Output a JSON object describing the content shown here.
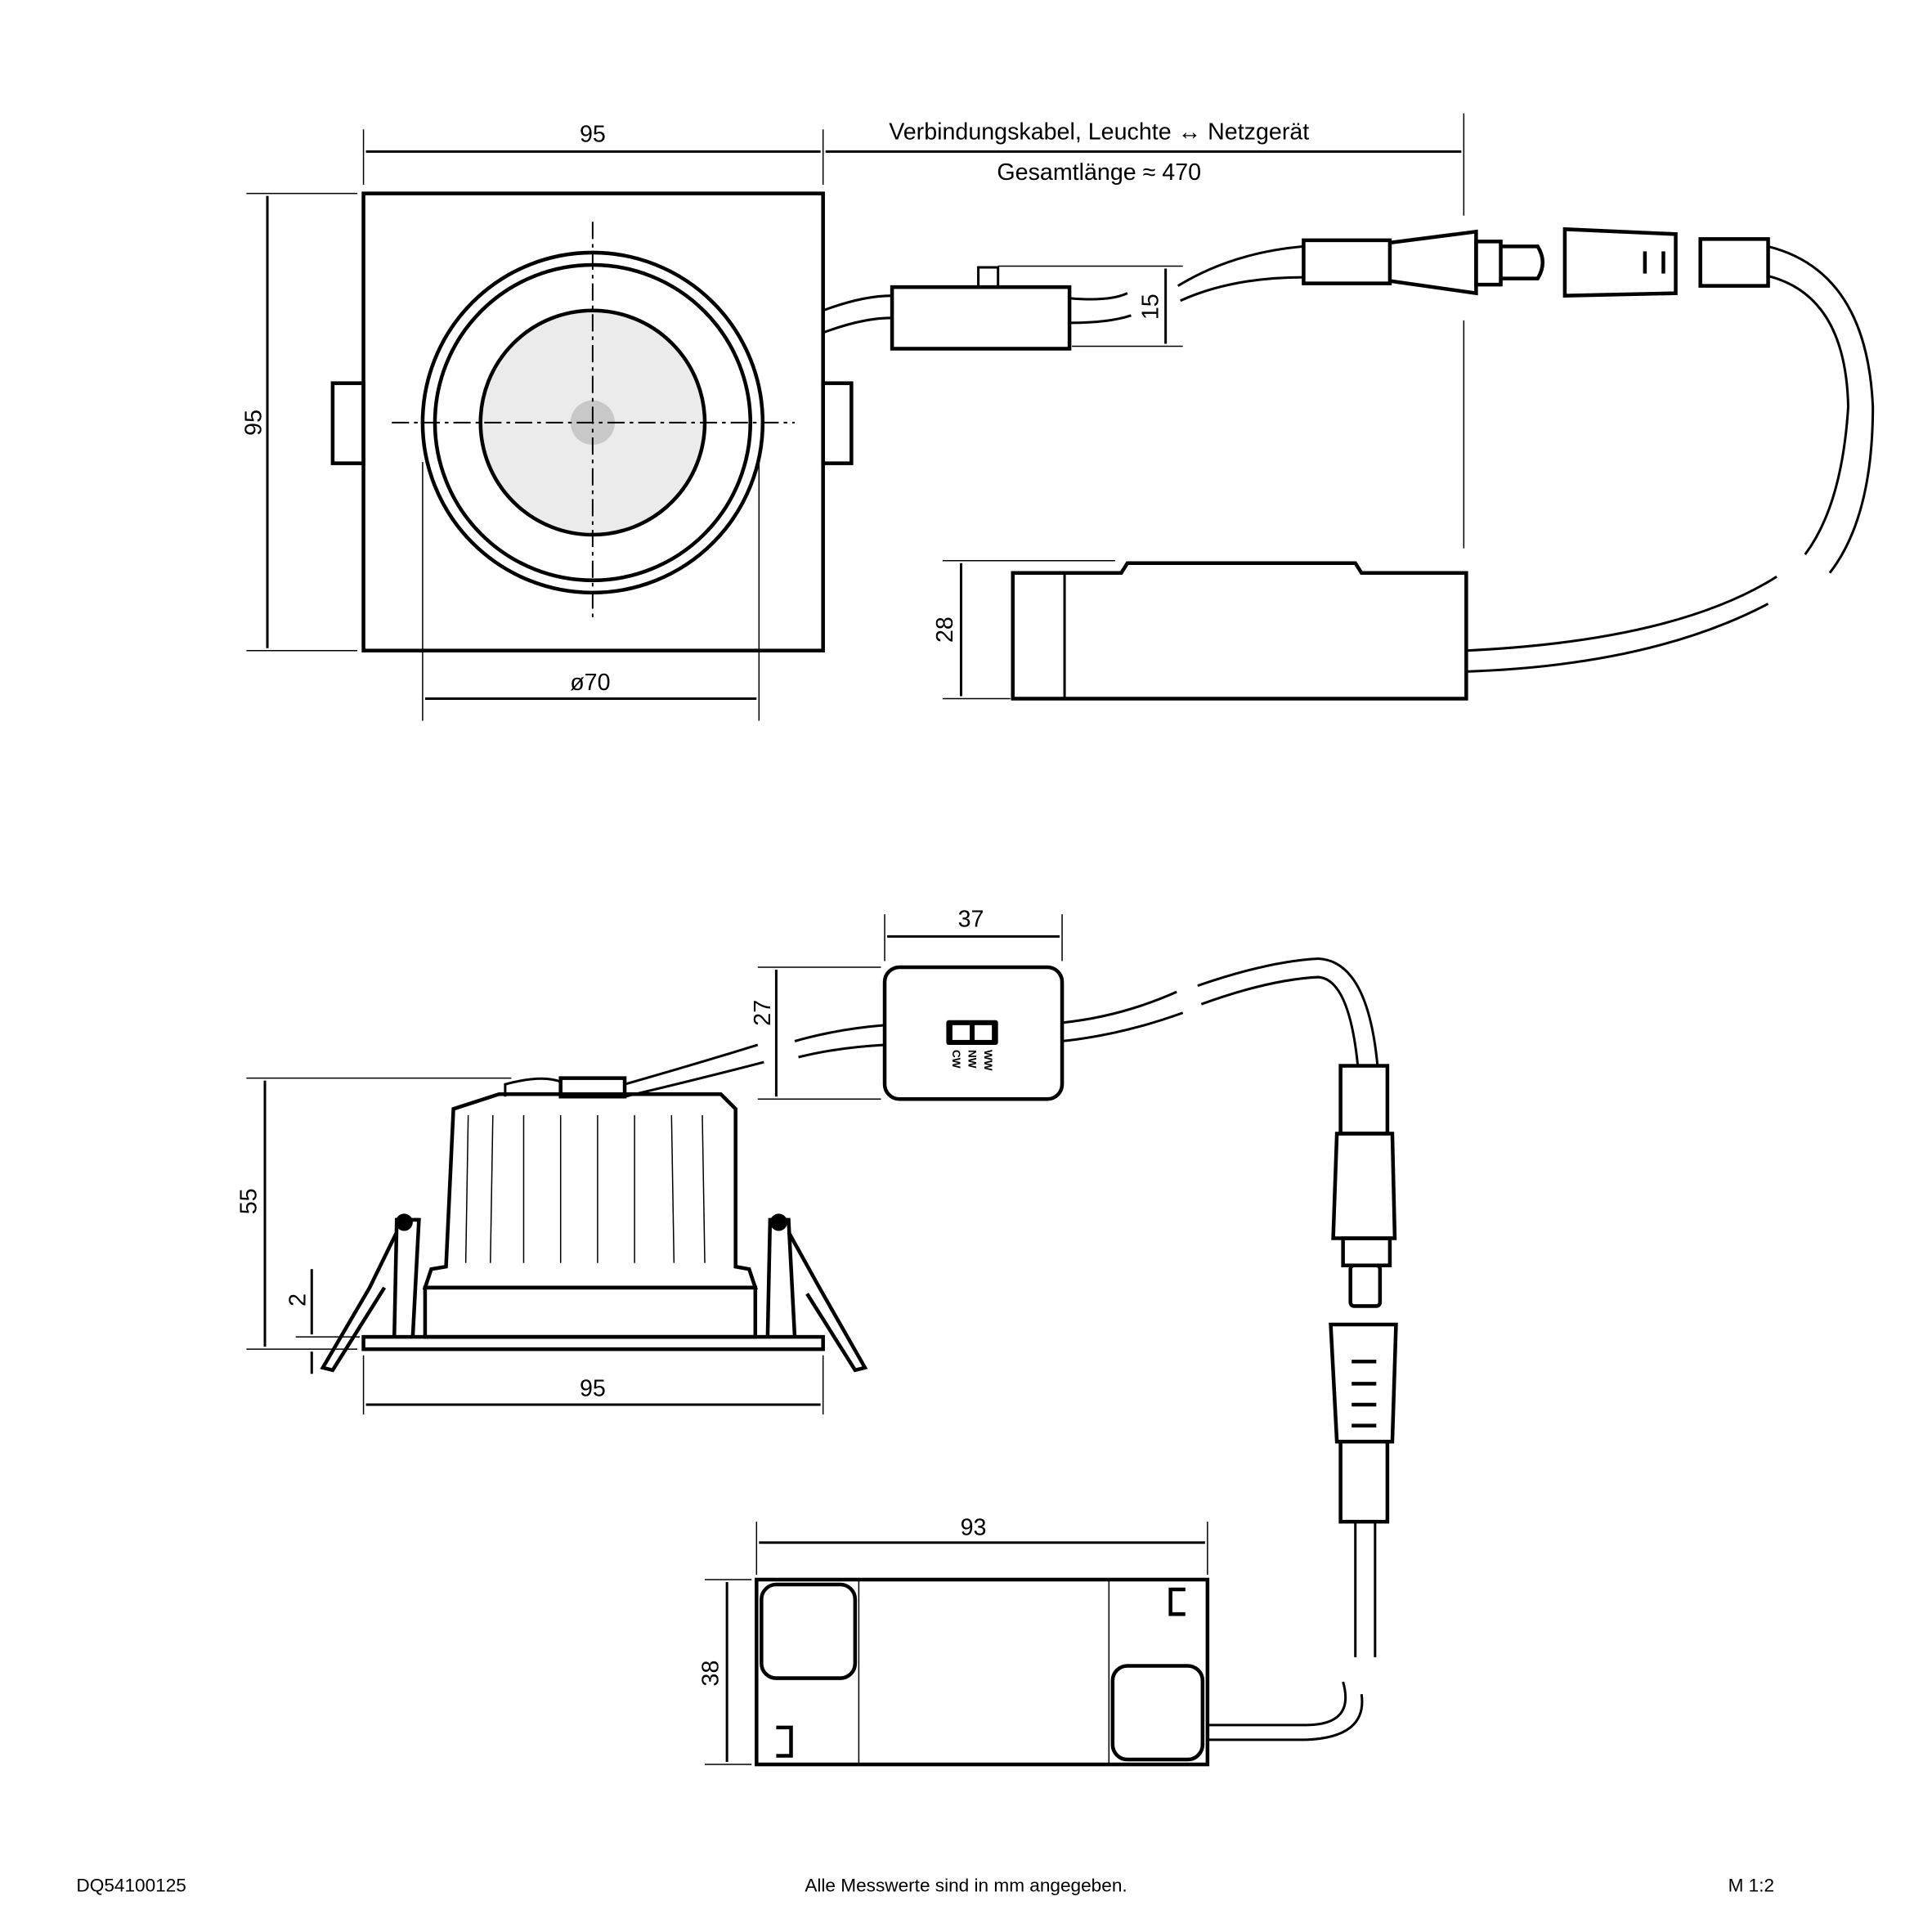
{
  "top_view": {
    "width_label": "95",
    "height_label": "95",
    "diameter_label": "ø70",
    "cable_title": "Verbindungskabel, Leuchte ↔ Netzgerät",
    "cable_length": "Gesamtlänge ≈ 470",
    "switch_height_label": "15",
    "driver_height_label": "28"
  },
  "side_view": {
    "switch_width_label": "37",
    "switch_height_label": "27",
    "height_label": "55",
    "flange_label": "2",
    "width_label": "95",
    "driver_width_label": "93",
    "driver_height_label": "38",
    "switch_positions": [
      "CW",
      "NW",
      "WW"
    ]
  },
  "footer": {
    "article_number": "DQ54100125",
    "note": "Alle Messwerte sind in mm angegeben.",
    "scale": "M 1:2"
  },
  "colors": {
    "line": "#000000",
    "lens": "#ebebeb",
    "led": "#c8c8c8"
  }
}
